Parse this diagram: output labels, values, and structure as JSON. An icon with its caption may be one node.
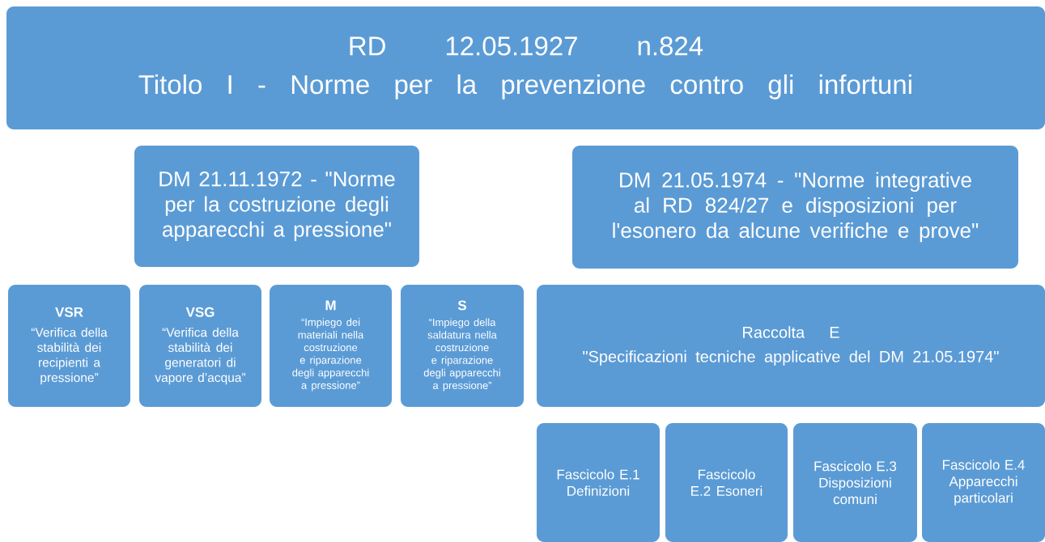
{
  "diagram": {
    "nodes": [
      {
        "text": [
          "RD 12.05.1927 n.824",
          "Titolo I - Norme per la prevenzione contro gli infortuni"
        ]
      },
      {
        "text": [
          "DM 21.11.1972 - \"Norme per la costruzione degli apparecchi a pressione\""
        ]
      },
      {
        "text": [
          "DM 21.05.1974 - \"Norme integrative al RD 824/27 e disposizioni per l'esonero da alcune verifiche e prove\""
        ]
      },
      {
        "text": [
          "VSR",
          "“Verifica della stabilità dei recipienti a pressione”"
        ]
      },
      {
        "text": [
          "VSG",
          "“Verifica della stabilità dei generatori di vapore d’acqua”"
        ]
      },
      {
        "text": [
          "M",
          "“Impiego dei materiali nella costruzione e riparazione degli apparecchi a pressione”"
        ]
      },
      {
        "text": [
          "S",
          "“Impiego della saldatura nella costruzione e riparazione degli apparecchi a pressione”"
        ]
      },
      {
        "text": [
          "Raccolta E",
          "\"Specificazioni tecniche applicative del DM 21.05.1974\""
        ]
      },
      {
        "text": [
          "Fascicolo E.1 Definizioni"
        ]
      },
      {
        "text": [
          "Fascicolo E.2 Esoneri"
        ]
      },
      {
        "text": [
          "Fascicolo E.3 Disposizioni comuni"
        ]
      },
      {
        "text": [
          "Fascicolo E.4 Apparecchi particolari"
        ]
      }
    ]
  }
}
